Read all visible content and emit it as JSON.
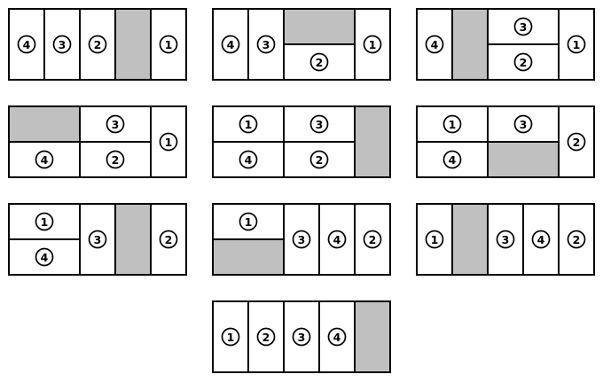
{
  "colors": {
    "empty_cell": "#ffffff",
    "shaded_cell": "#c0c0c0",
    "stroke": "#000000"
  },
  "panels": [
    {
      "id": "p1",
      "cells": [
        {
          "label": "4"
        },
        {
          "label": "3"
        },
        {
          "label": "2"
        },
        {
          "shaded": true
        },
        {
          "label": "1"
        }
      ]
    },
    {
      "id": "p2",
      "cells": [
        {
          "label": "4"
        },
        {
          "label": "3"
        },
        {
          "shaded": true
        },
        {
          "label": "2"
        },
        {
          "label": "1"
        }
      ]
    },
    {
      "id": "p3",
      "cells": [
        {
          "label": "4"
        },
        {
          "shaded": true
        },
        {
          "label": "3"
        },
        {
          "label": "2"
        },
        {
          "label": "1"
        }
      ]
    },
    {
      "id": "p4",
      "cells": [
        {
          "shaded": true
        },
        {
          "label": "4"
        },
        {
          "label": "3"
        },
        {
          "label": "2"
        },
        {
          "label": "1"
        }
      ]
    },
    {
      "id": "p5",
      "cells": [
        {
          "label": "1"
        },
        {
          "label": "4"
        },
        {
          "label": "3"
        },
        {
          "label": "2"
        },
        {
          "shaded": true
        }
      ]
    },
    {
      "id": "p6",
      "cells": [
        {
          "label": "1"
        },
        {
          "label": "4"
        },
        {
          "label": "3"
        },
        {
          "shaded": true
        },
        {
          "label": "2"
        }
      ]
    },
    {
      "id": "p7",
      "cells": [
        {
          "label": "1"
        },
        {
          "label": "4"
        },
        {
          "label": "3"
        },
        {
          "shaded": true
        },
        {
          "label": "2"
        }
      ]
    },
    {
      "id": "p8",
      "cells": [
        {
          "label": "1"
        },
        {
          "shaded": true
        },
        {
          "label": "3"
        },
        {
          "label": "4"
        },
        {
          "label": "2"
        }
      ]
    },
    {
      "id": "p9",
      "cells": [
        {
          "label": "1"
        },
        {
          "shaded": true
        },
        {
          "label": "3"
        },
        {
          "label": "4"
        },
        {
          "label": "2"
        }
      ]
    },
    {
      "id": "p10",
      "cells": [
        {
          "label": "1"
        },
        {
          "label": "2"
        },
        {
          "label": "3"
        },
        {
          "label": "4"
        },
        {
          "shaded": true
        }
      ]
    }
  ]
}
